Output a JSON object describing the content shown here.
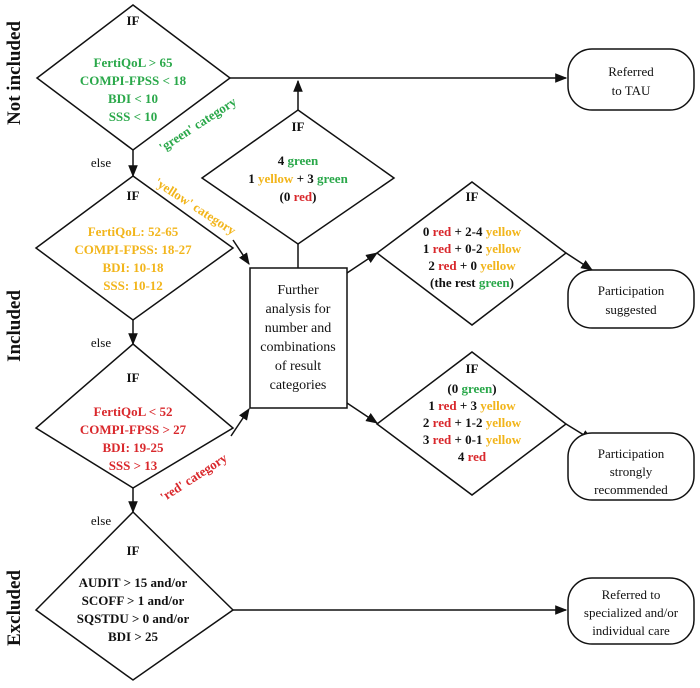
{
  "colors": {
    "green": "#2aa84a",
    "yellow": "#f2b51b",
    "red": "#d9282c",
    "black": "#111111"
  },
  "side_labels": {
    "not_included": "Not included",
    "included": "Included",
    "excluded": "Excluded"
  },
  "if_label": "IF",
  "else_label": "else",
  "decisions": {
    "green": {
      "conditions": [
        "FertiQoL > 65",
        "COMPI-FPSS < 18",
        "BDI < 10",
        "SSS < 10"
      ],
      "category": "'green' category"
    },
    "yellow": {
      "conditions": [
        "FertiQoL: 52-65",
        "COMPI-FPSS: 18-27",
        "BDI: 10-18",
        "SSS: 10-12"
      ],
      "category": "'yellow' category"
    },
    "red": {
      "conditions": [
        "FertiQoL < 52",
        "COMPI-FPSS > 27",
        "BDI: 19-25",
        "SSS > 13"
      ],
      "category": "'red' category"
    },
    "excluded": {
      "conditions": [
        "AUDIT > 15 and/or",
        "SCOFF > 1 and/or",
        "SQSTDU > 0 and/or",
        "BDI > 25"
      ]
    }
  },
  "process_box": {
    "lines": [
      "Further",
      "analysis for",
      "number and",
      "combinations",
      "of result",
      "categories"
    ]
  },
  "combos": {
    "tau": [
      [
        {
          "t": "4 ",
          "c": "black"
        },
        {
          "t": "green",
          "c": "green"
        }
      ],
      [
        {
          "t": "1 ",
          "c": "black"
        },
        {
          "t": "yellow",
          "c": "yellow"
        },
        {
          "t": " + 3 ",
          "c": "black"
        },
        {
          "t": "green",
          "c": "green"
        }
      ],
      [
        {
          "t": "(0 ",
          "c": "black"
        },
        {
          "t": "red",
          "c": "red"
        },
        {
          "t": ")",
          "c": "black"
        }
      ]
    ],
    "suggested": [
      [
        {
          "t": "0 ",
          "c": "black"
        },
        {
          "t": "red",
          "c": "red"
        },
        {
          "t": " + 2-4 ",
          "c": "black"
        },
        {
          "t": "yellow",
          "c": "yellow"
        }
      ],
      [
        {
          "t": "1 ",
          "c": "black"
        },
        {
          "t": "red",
          "c": "red"
        },
        {
          "t": " + 0-2 ",
          "c": "black"
        },
        {
          "t": "yellow",
          "c": "yellow"
        }
      ],
      [
        {
          "t": "2 ",
          "c": "black"
        },
        {
          "t": "red",
          "c": "red"
        },
        {
          "t": " + 0 ",
          "c": "black"
        },
        {
          "t": "yellow",
          "c": "yellow"
        }
      ],
      [
        {
          "t": "(the rest ",
          "c": "black"
        },
        {
          "t": "green",
          "c": "green"
        },
        {
          "t": ")",
          "c": "black"
        }
      ]
    ],
    "recommended": [
      [
        {
          "t": "(0 ",
          "c": "black"
        },
        {
          "t": "green",
          "c": "green"
        },
        {
          "t": ")",
          "c": "black"
        }
      ],
      [
        {
          "t": "1 ",
          "c": "black"
        },
        {
          "t": "red",
          "c": "red"
        },
        {
          "t": " + 3 ",
          "c": "black"
        },
        {
          "t": "yellow",
          "c": "yellow"
        }
      ],
      [
        {
          "t": "2 ",
          "c": "black"
        },
        {
          "t": "red",
          "c": "red"
        },
        {
          "t": " + 1-2 ",
          "c": "black"
        },
        {
          "t": "yellow",
          "c": "yellow"
        }
      ],
      [
        {
          "t": "3 ",
          "c": "black"
        },
        {
          "t": "red",
          "c": "red"
        },
        {
          "t": " + 0-1 ",
          "c": "black"
        },
        {
          "t": "yellow",
          "c": "yellow"
        }
      ],
      [
        {
          "t": "4 ",
          "c": "black"
        },
        {
          "t": "red",
          "c": "red"
        }
      ]
    ]
  },
  "outcomes": {
    "tau": [
      "Referred",
      "to TAU"
    ],
    "suggested": [
      "Participation",
      "suggested"
    ],
    "recommended": [
      "Participation",
      "strongly",
      "recommended"
    ],
    "specialized": [
      "Referred to",
      "specialized and/or",
      "individual care"
    ]
  }
}
